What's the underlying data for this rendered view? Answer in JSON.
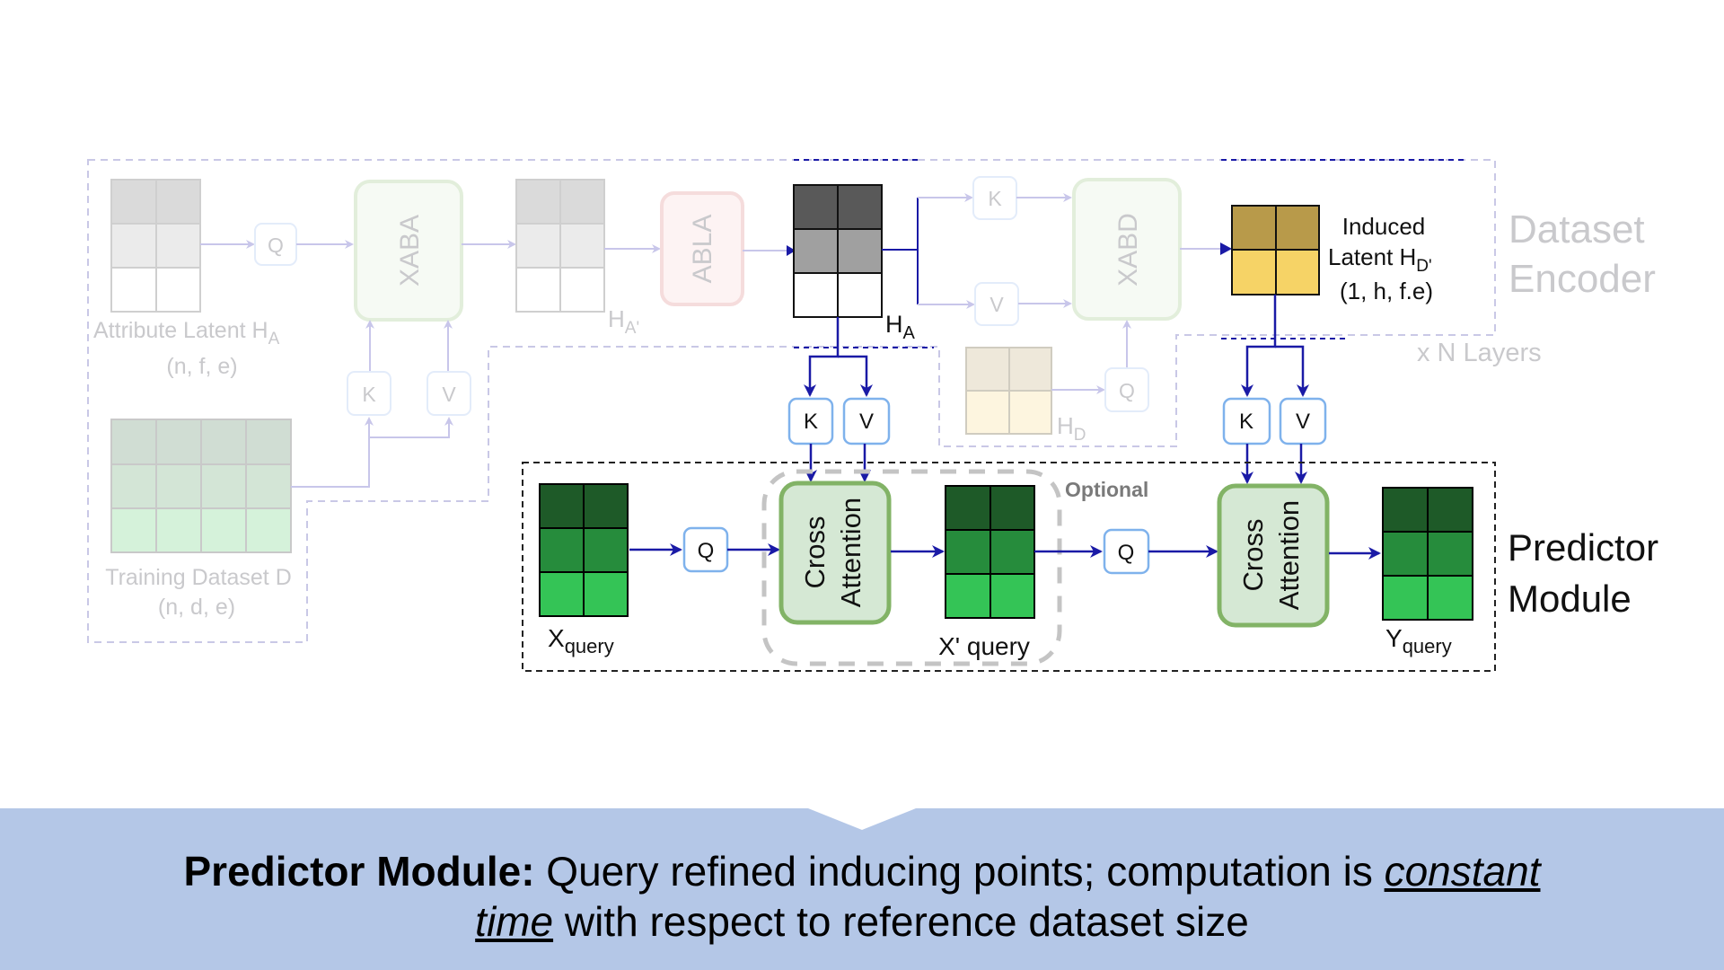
{
  "diagram": {
    "encoder": {
      "title_line1": "Dataset",
      "title_line2": "Encoder",
      "layers_label": "x N Layers",
      "attribute_latent_label": "Attribute Latent H",
      "attribute_latent_sub": "A",
      "attribute_latent_shape": "(n, f, e)",
      "training_dataset_label": "Training Dataset D",
      "training_dataset_shape": "(n, d, e)",
      "ha_prime_label": "H",
      "ha_prime_sub": "A'",
      "ha_label": "H",
      "ha_sub": "A",
      "hd_label": "H",
      "hd_sub": "D",
      "xaba_label": "XABA",
      "abla_label": "ABLA",
      "xabd_label": "XABD",
      "q_label": "Q",
      "k_label": "K",
      "v_label": "V",
      "induced_line1": "Induced",
      "induced_line2": "Latent H",
      "induced_sub": "D'",
      "induced_shape": "(1, h, f.e)"
    },
    "predictor": {
      "title_line1": "Predictor",
      "title_line2": "Module",
      "optional_label": "Optional",
      "cross_attention_line1": "Cross",
      "cross_attention_line2": "Attention",
      "xquery_label": "X",
      "xquery_sub": "query",
      "xprime_label": "X' query",
      "yquery_label": "Y",
      "yquery_sub": "query",
      "q_label": "Q",
      "k_label": "K",
      "v_label": "V"
    },
    "colors": {
      "arrow_active": "#1a1aa6",
      "arrow_faded": "#c8c6ea",
      "cross_attention_fill": "#d5e8d4",
      "cross_attention_stroke": "#82b366",
      "green_dark": "#1e5a28",
      "green_mid": "#268c3c",
      "green_light": "#34c456",
      "gold_dark": "#b89a4a",
      "gold_light": "#f6d366",
      "caption_bg": "#b4c7e7"
    }
  },
  "caption": {
    "bold": "Predictor Module:",
    "text1": " Query refined inducing points; computation is ",
    "emph1": "constant",
    "emph2": "time",
    "text2": " with respect to reference dataset size"
  }
}
